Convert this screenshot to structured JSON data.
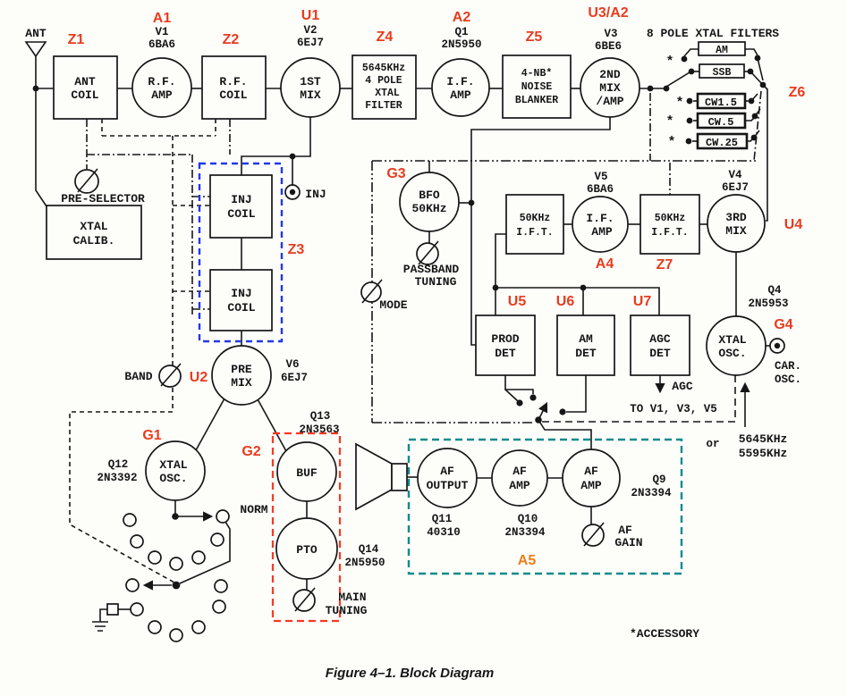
{
  "colors": {
    "ink": "#161616",
    "paper": "#fdfdfa",
    "red_label": "#e83c1e",
    "orange_label": "#ee7d18",
    "blue_box": "#2238e8",
    "teal_box": "#0d8c8c",
    "red_box": "#f93822"
  },
  "front_end": {
    "ant": "ANT",
    "z1": "Z1",
    "ant_coil": [
      "ANT",
      "COIL"
    ],
    "a1": "A1",
    "v1": "V1",
    "v1_type": "6BA6",
    "rf_amp": [
      "R.F.",
      "AMP"
    ],
    "z2": "Z2",
    "rf_coil": [
      "R.F.",
      "COIL"
    ],
    "u1": "U1",
    "v2": "V2",
    "v2_type": "6EJ7",
    "first_mix": [
      "1ST",
      "MIX"
    ],
    "pre_selector": "PRE-SELECTOR",
    "xtal_calib": [
      "XTAL",
      "CALIB."
    ]
  },
  "first_if": {
    "z4": "Z4",
    "z4_box": [
      "5645KHz",
      "4 POLE",
      "XTAL",
      "FILTER"
    ],
    "a2": "A2",
    "q1": "Q1",
    "q1_type": "2N5950",
    "if_amp": [
      "I.F.",
      "AMP"
    ],
    "z5": "Z5",
    "nb_box": [
      "4-NB*",
      "NOISE",
      "BLANKER"
    ],
    "u3a2": "U3/A2",
    "v3": "V3",
    "v3_type": "6BE6",
    "second_mix": [
      "2ND",
      "MIX",
      "/AMP"
    ]
  },
  "filters": {
    "title": "8 POLE XTAL FILTERS",
    "z6": "Z6",
    "star": "*",
    "am": "AM",
    "ssb": "SSB",
    "cw15": "CW1.5",
    "cw5": "CW.5",
    "cw25": "CW.25"
  },
  "second_if": {
    "g3": "G3",
    "bfo": [
      "BFO",
      "50KHz"
    ],
    "passband": [
      "PASSBAND",
      "TUNING"
    ],
    "mode": "MODE",
    "ift1": [
      "50KHz",
      "I.F.T."
    ],
    "a4": "A4",
    "v5": "V5",
    "v5_type": "6BA6",
    "if_amp2": [
      "I.F.",
      "AMP"
    ],
    "z7": "Z7",
    "ift2": [
      "50KHz",
      "I.F.T."
    ],
    "u4": "U4",
    "v4": "V4",
    "v4_type": "6EJ7",
    "third_mix": [
      "3RD",
      "MIX"
    ]
  },
  "detectors": {
    "u5": "U5",
    "prod_det": [
      "PROD",
      "DET"
    ],
    "u6": "U6",
    "am_det": [
      "AM",
      "DET"
    ],
    "u7": "U7",
    "agc_det": [
      "AGC",
      "DET"
    ],
    "agc": "AGC",
    "to_tubes": "TO V1, V3, V5"
  },
  "carrier_osc": {
    "q4": "Q4",
    "q4_type": "2N5953",
    "g4": "G4",
    "xtal_osc": [
      "XTAL",
      "OSC."
    ],
    "car_osc": [
      "CAR.",
      "OSC."
    ],
    "or": "or",
    "f1": "5645KHz",
    "f2": "5595KHz"
  },
  "lo_chain": {
    "z3": "Z3",
    "inj_coil": [
      "INJ",
      "COIL"
    ],
    "inj": "INJ",
    "band": "BAND",
    "u2": "U2",
    "v6": "V6",
    "v6_type": "6EJ7",
    "pre_mix": [
      "PRE",
      "MIX"
    ],
    "g1": "G1",
    "q12": "Q12",
    "q12_type": "2N3392",
    "xtal_osc": [
      "XTAL",
      "OSC."
    ],
    "norm": "NORM",
    "g2": "G2",
    "buf": "BUF",
    "q13": "Q13",
    "q13_type": "2N3563",
    "pto": "PTO",
    "q14": "Q14",
    "q14_type": "2N5950",
    "main_tuning": [
      "MAIN",
      "TUNING"
    ]
  },
  "af": {
    "a5": "A5",
    "af_output": [
      "AF",
      "OUTPUT"
    ],
    "q11": "Q11",
    "q11_type": "40310",
    "af_amp1": [
      "AF",
      "AMP"
    ],
    "q10": "Q10",
    "q10_type": "2N3394",
    "af_amp2": [
      "AF",
      "AMP"
    ],
    "q9": "Q9",
    "q9_type": "2N3394",
    "af_gain": [
      "AF",
      "GAIN"
    ]
  },
  "footer": {
    "accessory": "*ACCESSORY",
    "caption": "Figure 4–1.   Block Diagram"
  }
}
